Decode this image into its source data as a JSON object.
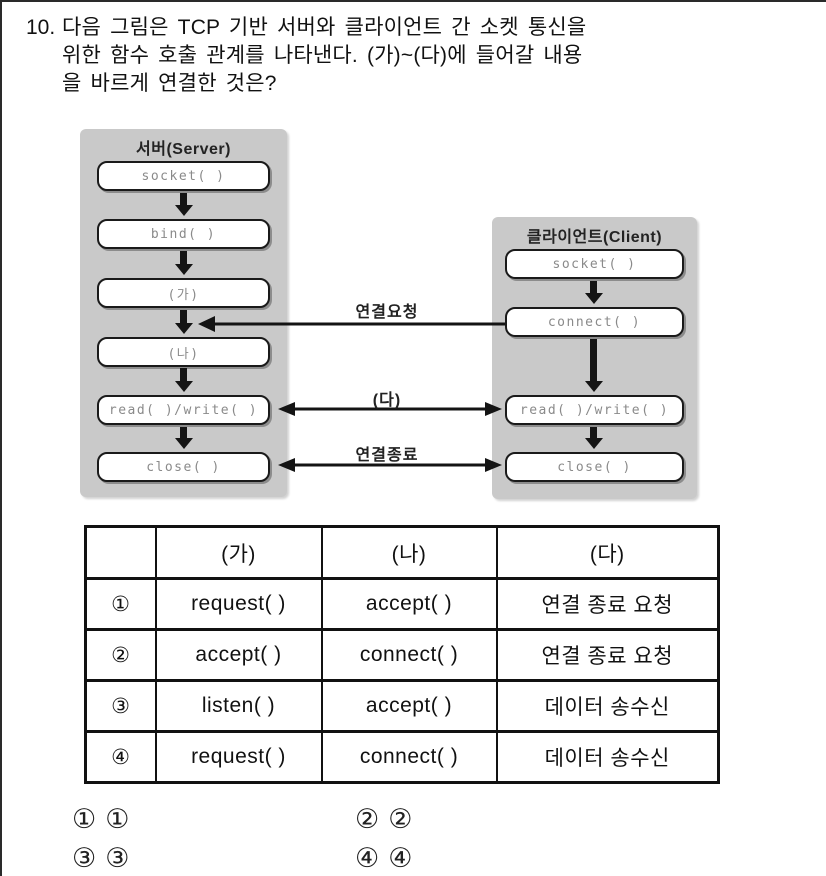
{
  "question": {
    "number": "10.",
    "lines": [
      "다음 그림은 TCP 기반 서버와 클라이언트 간 소켓 통신을",
      "위한 함수 호출 관계를 나타낸다. (가)~(다)에 들어갈 내용",
      "을 바르게 연결한 것은?"
    ]
  },
  "diagram": {
    "server": {
      "title": "서버(Server)",
      "boxes": [
        "socket( )",
        "bind( )",
        "(가)",
        "(나)",
        "read( )/write( )",
        "close( )"
      ]
    },
    "client": {
      "title": "클라이언트(Client)",
      "boxes": [
        "socket( )",
        "connect( )",
        "read( )/write( )",
        "close( )"
      ]
    },
    "connections": [
      {
        "label": "연결요청",
        "type": "arrow-to-server",
        "from": "client connect( )",
        "to": "server between (가) and (나)"
      },
      {
        "label": "(다)",
        "type": "double-arrow",
        "from": "server read( )/write( )",
        "to": "client read( )/write( )"
      },
      {
        "label": "연결종료",
        "type": "double-arrow",
        "from": "server close( )",
        "to": "client close( )"
      }
    ],
    "colors": {
      "panel_bg": "#c9c9c9",
      "box_border": "#1a1a1a",
      "box_text": "#8a8a8a",
      "arrow": "#141414"
    }
  },
  "table": {
    "headers": [
      "",
      "(가)",
      "(나)",
      "(다)"
    ],
    "rows": [
      {
        "num": "①",
        "ga": "request( )",
        "na": "accept( )",
        "da": "연결 종료 요청"
      },
      {
        "num": "②",
        "ga": "accept( )",
        "na": "connect( )",
        "da": "연결 종료 요청"
      },
      {
        "num": "③",
        "ga": "listen( )",
        "na": "accept( )",
        "da": "데이터 송수신"
      },
      {
        "num": "④",
        "ga": "request( )",
        "na": "connect( )",
        "da": "데이터 송수신"
      }
    ]
  },
  "answers": {
    "options": [
      {
        "marker": "①",
        "value": "①"
      },
      {
        "marker": "②",
        "value": "②"
      },
      {
        "marker": "③",
        "value": "③"
      },
      {
        "marker": "④",
        "value": "④"
      }
    ]
  }
}
